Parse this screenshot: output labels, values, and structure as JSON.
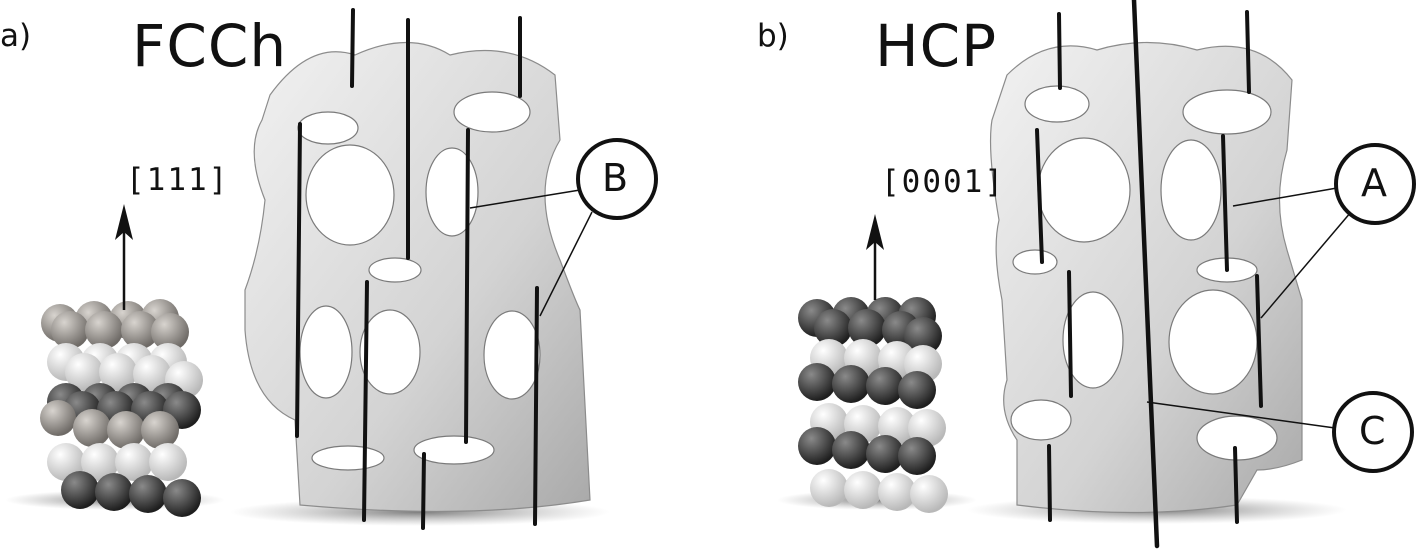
{
  "panels": [
    {
      "letter": "a)",
      "structure": "FCCh",
      "direction": "[111]",
      "callouts": [
        "B"
      ]
    },
    {
      "letter": "b)",
      "structure": "HCP",
      "direction": "[0001]",
      "callouts": [
        "A",
        "C"
      ]
    }
  ],
  "colors": {
    "ink": "#111111",
    "sphere_dark": "#3a3a3a",
    "sphere_mid": "#9a9590",
    "sphere_light": "#efefef",
    "surface": "#dcdcdc"
  }
}
